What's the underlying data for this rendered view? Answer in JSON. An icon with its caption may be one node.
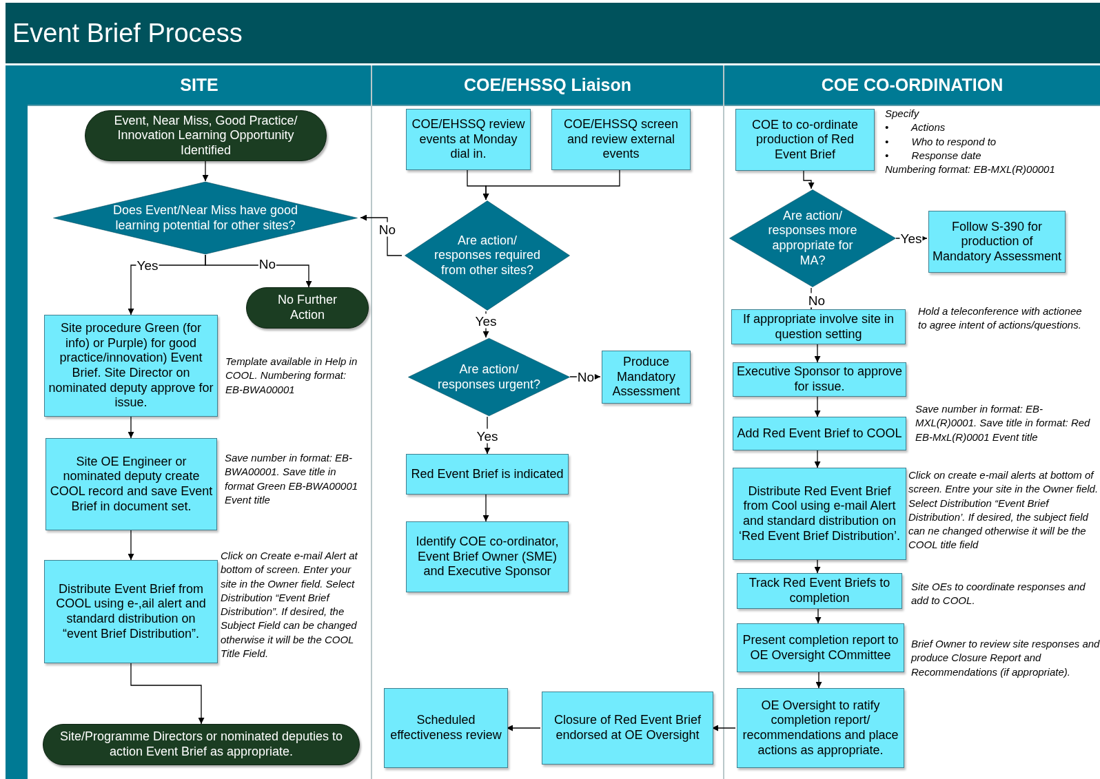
{
  "diagram": {
    "title": "Event Brief Process",
    "nodes": [
      {
        "text": [
          "SITE"
        ]
      },
      {
        "text": [
          "Event, Near Miss, Good Practice/ Innovation Learning Opportunity Identified"
        ],
        "in": 0
      },
      {
        "text": [
          "Does Event/Near Miss have good learning potential for other sites?"
        ],
        "in": 0
      },
      {
        "text": [
          "No Further Action"
        ],
        "in": 0
      },
      {
        "text": [
          "Site procedure Green (for info) or Purple) for good practice/innovation) Event Brief. Site Director on nominated deputy approve for issue."
        ],
        "in": 0,
        "beside": [
          "Template available in Help in COOL. Numbering format: EB-BWA00001"
        ]
      },
      {
        "text": [
          "Site OE Engineer or nominated deputy create COOL record and save Event Brief in document set."
        ],
        "in": 0,
        "beside": [
          "Save number in format: EB-BWA00001. Save title in format Green EB-BWA00001 Event title"
        ]
      },
      {
        "text": [
          "Distribute Event Brief from COOL using e-,ail alert and standard distribution on “event Brief Distribution”."
        ],
        "in": 0,
        "beside": [
          "Click on Create e-mail Alert at bottom of screen. Enter your site in the Owner field. Select Distribution “Event Brief Distribution”. If desired, the Subject Field can be changed otherwise it will be the COOL Title Field."
        ]
      },
      {
        "text": [
          "Site/Programme Directors or nominated deputies to action Event Brief as appropriate."
        ],
        "in": 0
      },
      {
        "text": [
          "COE/EHSSQ Liaison"
        ]
      },
      {
        "text": [
          "COE/EHSSQ review events at Monday dial in."
        ],
        "in": 8
      },
      {
        "text": [
          "COE/EHSSQ screen and review external events"
        ],
        "in": 8
      },
      {
        "text": [
          "Are action/ responses required from other sites?"
        ],
        "in": 8
      },
      {
        "text": [
          "Are action/ responses urgent?"
        ],
        "in": 8
      },
      {
        "text": [
          "Produce Mandatory Assessment"
        ],
        "in": 8
      },
      {
        "text": [
          "Red Event Brief is indicated"
        ],
        "in": 8
      },
      {
        "text": [
          "Identify COE co-ordinator, Event Brief Owner (SME) and Executive Sponsor"
        ],
        "in": 8
      },
      {
        "text": [
          "Scheduled effectiveness review"
        ],
        "in": 8
      },
      {
        "text": [
          "Closure of Red Event Brief endorsed at OE Oversight"
        ],
        "in": 8
      },
      {
        "text": [
          "COE CO-ORDINATION"
        ]
      },
      {
        "text": [
          "COE to co-ordinate production of Red Event Brief"
        ],
        "in": 18,
        "beside": [
          "Specify",
          "• Actions",
          "• Who to respond to",
          "• Response date",
          "Numbering format: EB-MXL(R)00001"
        ]
      },
      {
        "text": [
          "Are action/ responses more appropriate for MA?"
        ],
        "in": 18
      },
      {
        "text": [
          "Follow S-390 for production of Mandatory Assessment"
        ],
        "in": 18
      },
      {
        "text": [
          "If appropriate involve site in question setting"
        ],
        "in": 18,
        "beside": [
          "Hold a teleconference with actionee to agree intent of actions/questions."
        ]
      },
      {
        "text": [
          "Executive Sponsor to approve for issue."
        ],
        "in": 18
      },
      {
        "text": [
          "Add Red Event Brief to COOL"
        ],
        "in": 18,
        "beside": [
          "Save number in format: EB-MXL(R)0001. Save title in format: Red EB-MxL(R)0001 Event title"
        ]
      },
      {
        "text": [
          "Distribute Red Event Brief from Cool using e-mail Alert and standard distribution on ‘Red Event Brief Distribution’."
        ],
        "in": 18,
        "beside": [
          "Click on create e-mail alerts at bottom of screen. Entre your site in the Owner field. Select Distribution “Event Brief Distribution’. If desired, the subject field can ne changed otherwise it will be the COOL title field"
        ]
      },
      {
        "text": [
          "Track Red Event Briefs to completion"
        ],
        "in": 18,
        "beside": [
          "Site OEs to coordinate responses and add to COOL."
        ]
      },
      {
        "text": [
          "Present completion report to OE Oversight COmmittee"
        ],
        "in": 18,
        "beside": [
          "Brief Owner to review site responses and produce Closure Report and Recommendations (if appropriate)."
        ]
      },
      {
        "text": [
          "OE Oversight to ratify completion report/ recommendations and place actions as appropriate."
        ],
        "in": 18
      }
    ],
    "edges": [
      {
        "from": 1,
        "to": 2,
        "arrow": "to"
      },
      {
        "from": 2,
        "to": 4,
        "arrow": "to",
        "label": "Yes"
      },
      {
        "from": 2,
        "to": 3,
        "arrow": "to",
        "label": "No"
      },
      {
        "from": 4,
        "to": 5,
        "arrow": "to"
      },
      {
        "from": 5,
        "to": 6,
        "arrow": "to"
      },
      {
        "from": 6,
        "to": 7,
        "arrow": "to"
      },
      {
        "from": 9,
        "to": 11,
        "arrow": "to"
      },
      {
        "from": 10,
        "to": 11,
        "arrow": "to"
      },
      {
        "from": 11,
        "to": 2,
        "arrow": "to",
        "label": "No"
      },
      {
        "from": 11,
        "to": 12,
        "arrow": "to",
        "label": "Yes"
      },
      {
        "from": 12,
        "to": 13,
        "arrow": "to",
        "label": "No"
      },
      {
        "from": 12,
        "to": 14,
        "arrow": "to",
        "label": "Yes"
      },
      {
        "from": 14,
        "to": 15,
        "arrow": "to"
      },
      {
        "from": 19,
        "to": 20,
        "arrow": "to"
      },
      {
        "from": 20,
        "to": 21,
        "arrow": "to",
        "label": "Yes"
      },
      {
        "from": 20,
        "to": 22,
        "arrow": "to",
        "label": "No"
      },
      {
        "from": 22,
        "to": 23,
        "arrow": "to"
      },
      {
        "from": 23,
        "to": 24,
        "arrow": "to"
      },
      {
        "from": 24,
        "to": 25,
        "arrow": "to"
      },
      {
        "from": 25,
        "to": 26,
        "arrow": "to"
      },
      {
        "from": 26,
        "to": 27,
        "arrow": "to"
      },
      {
        "from": 27,
        "to": 28,
        "arrow": "to"
      },
      {
        "from": 28,
        "to": 17,
        "arrow": "to"
      },
      {
        "from": 17,
        "to": 16,
        "arrow": "to"
      }
    ]
  }
}
